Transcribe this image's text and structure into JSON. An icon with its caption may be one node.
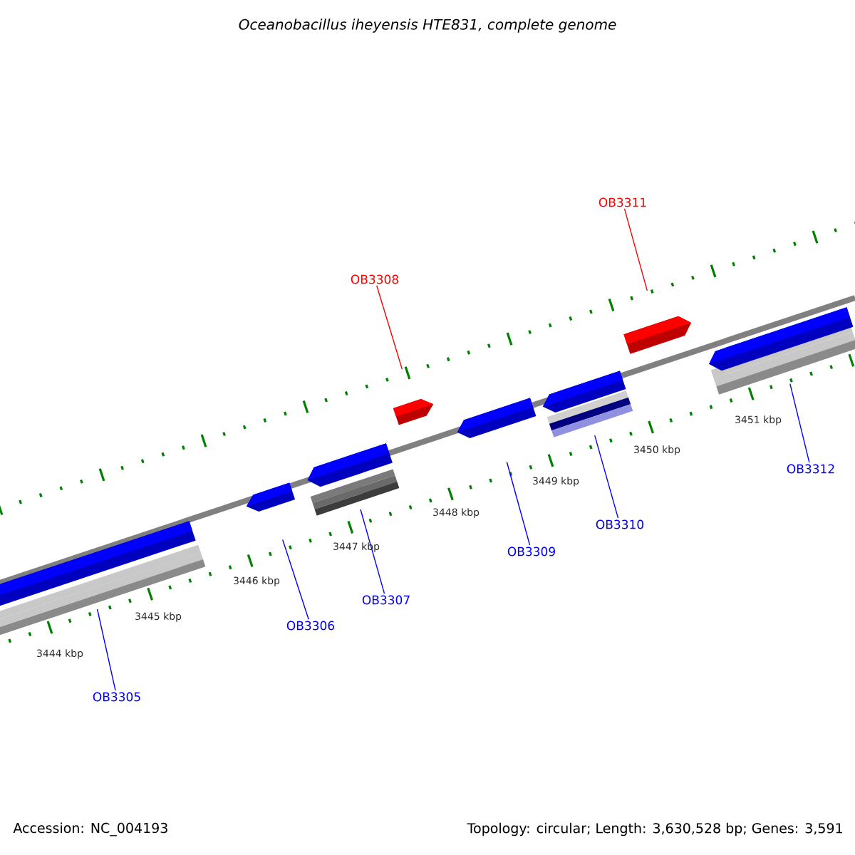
{
  "diagram": {
    "title": "Oceanobacillus iheyensis HTE831, complete genome",
    "nodes": [
      {
        "text": [
          "OB3305"
        ]
      },
      {
        "text": [
          "OB3306"
        ]
      },
      {
        "text": [
          "OB3307"
        ]
      },
      {
        "text": [
          "OB3308"
        ]
      },
      {
        "text": [
          "OB3309"
        ]
      },
      {
        "text": [
          "OB3310"
        ]
      },
      {
        "text": [
          "OB3311"
        ]
      },
      {
        "text": [
          "OB3312"
        ]
      },
      {
        "text": [],
        "shape": "box"
      },
      {
        "text": [],
        "shape": "box"
      },
      {
        "text": [],
        "shape": "box"
      },
      {
        "text": [],
        "shape": "box"
      },
      {
        "text": [],
        "shape": "box"
      },
      {
        "text": [],
        "shape": "box"
      },
      {
        "text": [],
        "shape": "box"
      },
      {
        "text": [],
        "shape": "box"
      }
    ],
    "edges": [
      {
        "from": 0,
        "to": 8,
        "arrow": "none"
      },
      {
        "from": 1,
        "to": 9,
        "arrow": "none"
      },
      {
        "from": 2,
        "to": 10,
        "arrow": "none"
      },
      {
        "from": 3,
        "to": 11,
        "arrow": "none",
        "color": "#ff0000"
      },
      {
        "from": 4,
        "to": 12,
        "arrow": "none"
      },
      {
        "from": 5,
        "to": 13,
        "arrow": "none"
      },
      {
        "from": 6,
        "to": 14,
        "arrow": "none",
        "color": "#ff0000"
      },
      {
        "from": 7,
        "to": 15,
        "arrow": "none"
      }
    ],
    "labels": [
      "3444 kbp",
      "3445 kbp",
      "3446 kbp",
      "3447 kbp",
      "3448 kbp",
      "3449 kbp",
      "3450 kbp",
      "3451 kbp",
      "Accession: NC_004193",
      "Topology: circular; Length: 3,630,528 bp; Genes: 3,591"
    ]
  }
}
